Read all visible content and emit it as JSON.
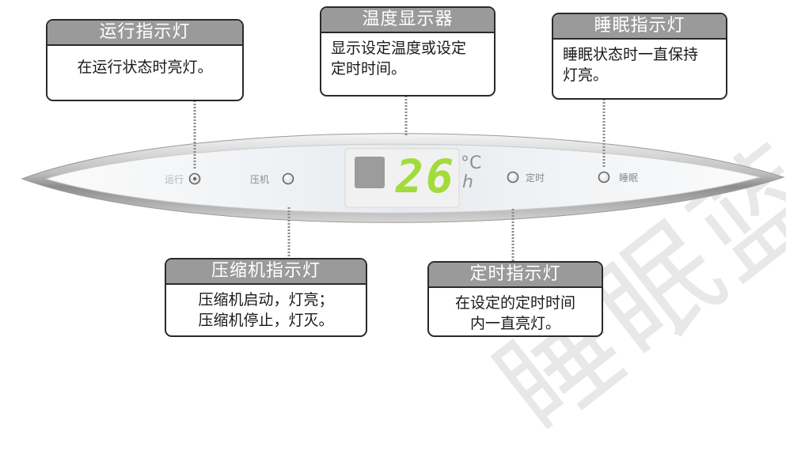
{
  "panel": {
    "labels": {
      "run": "运行",
      "compressor": "压机",
      "timer": "定时",
      "sleep": "睡眠"
    },
    "display": {
      "digit1": "2",
      "digit2": "6",
      "unit_celsius": "°C",
      "unit_hour": "h",
      "digit_color": "#a2dc3c"
    }
  },
  "callouts": {
    "run": {
      "title": "运行指示灯",
      "body": "在运行状态时亮灯。"
    },
    "temp": {
      "title": "温度显示器",
      "body": "显示设定温度或设定\n定时时间。"
    },
    "sleep": {
      "title": "睡眠指示灯",
      "body": "睡眠状态时一直保持\n灯亮。"
    },
    "compressor": {
      "title": "压缩机指示灯",
      "body": "压缩机启动，灯亮；\n压缩机停止，灯灭。"
    },
    "timer": {
      "title": "定时指示灯",
      "body": "在设定的定时时间\n内一直亮灯。"
    }
  },
  "watermark": "睡眠蓝领星"
}
